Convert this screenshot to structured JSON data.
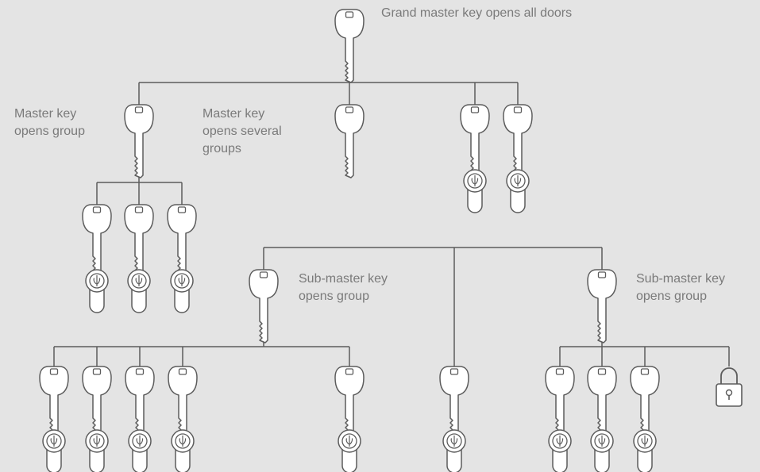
{
  "labels": {
    "grand_master": "Grand master key opens all doors",
    "master_group_line1": "Master key",
    "master_group_line2": "opens group",
    "master_several_line1": "Master key",
    "master_several_line2": "opens several",
    "master_several_line3": "groups",
    "submaster_center_line1": "Sub-master key",
    "submaster_center_line2": "opens group",
    "submaster_right_line1": "Sub-master key",
    "submaster_right_line2": "opens group"
  },
  "colors": {
    "background": "#e4e4e4",
    "line": "#5c5c5c",
    "text": "#7a7a7a"
  },
  "icons": {
    "key": "key-icon",
    "cylinder": "lock-cylinder-icon",
    "padlock": "padlock-icon"
  }
}
